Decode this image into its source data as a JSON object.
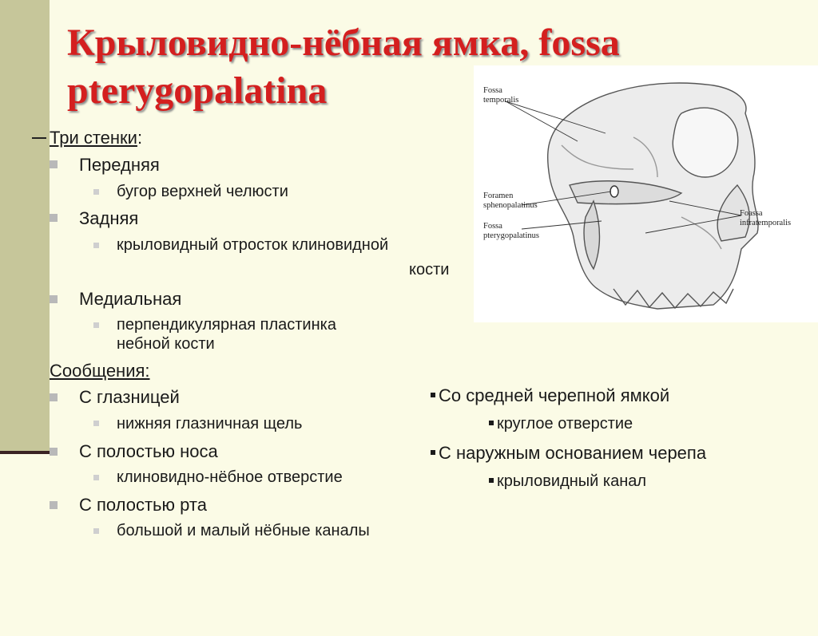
{
  "title": "Крыловидно-нёбная ямка, fossa pterygopalatina",
  "walls": {
    "heading": "Три стенки",
    "colon": ":",
    "items": [
      {
        "label": "Передняя",
        "detail": "бугор верхней челюсти"
      },
      {
        "label": "Задняя",
        "detail_line1": "крыловидный отросток клиновидной",
        "detail_line2": "кости"
      },
      {
        "label": "Медиальная",
        "detail_line1": "перпендикулярная пластинка",
        "detail_line2": "небной кости"
      }
    ]
  },
  "connections": {
    "heading": "Сообщения:",
    "left": [
      {
        "label": "С глазницей",
        "detail": "нижняя глазничная щель"
      },
      {
        "label": "С полостью носа",
        "detail": "клиновидно-нёбное отверстие"
      },
      {
        "label": "С полостью рта",
        "detail": "большой и малый нёбные каналы"
      }
    ],
    "right": [
      {
        "label": "Со средней черепной ямкой",
        "detail": "круглое отверстие"
      },
      {
        "label": "С наружным основанием черепа",
        "detail": "крыловидный канал"
      }
    ]
  },
  "figure": {
    "labels": {
      "fossa_temporalis_1": "Fossa",
      "fossa_temporalis_2": "temporalis",
      "foramen_1": "Foramen",
      "foramen_2": "sphenopalatinus",
      "fossa_ptery_1": "Fossa",
      "fossa_ptery_2": "pterygopalatinus",
      "foassa_infra_1": "Foassa",
      "foassa_infra_2": "infratemporalis"
    }
  }
}
